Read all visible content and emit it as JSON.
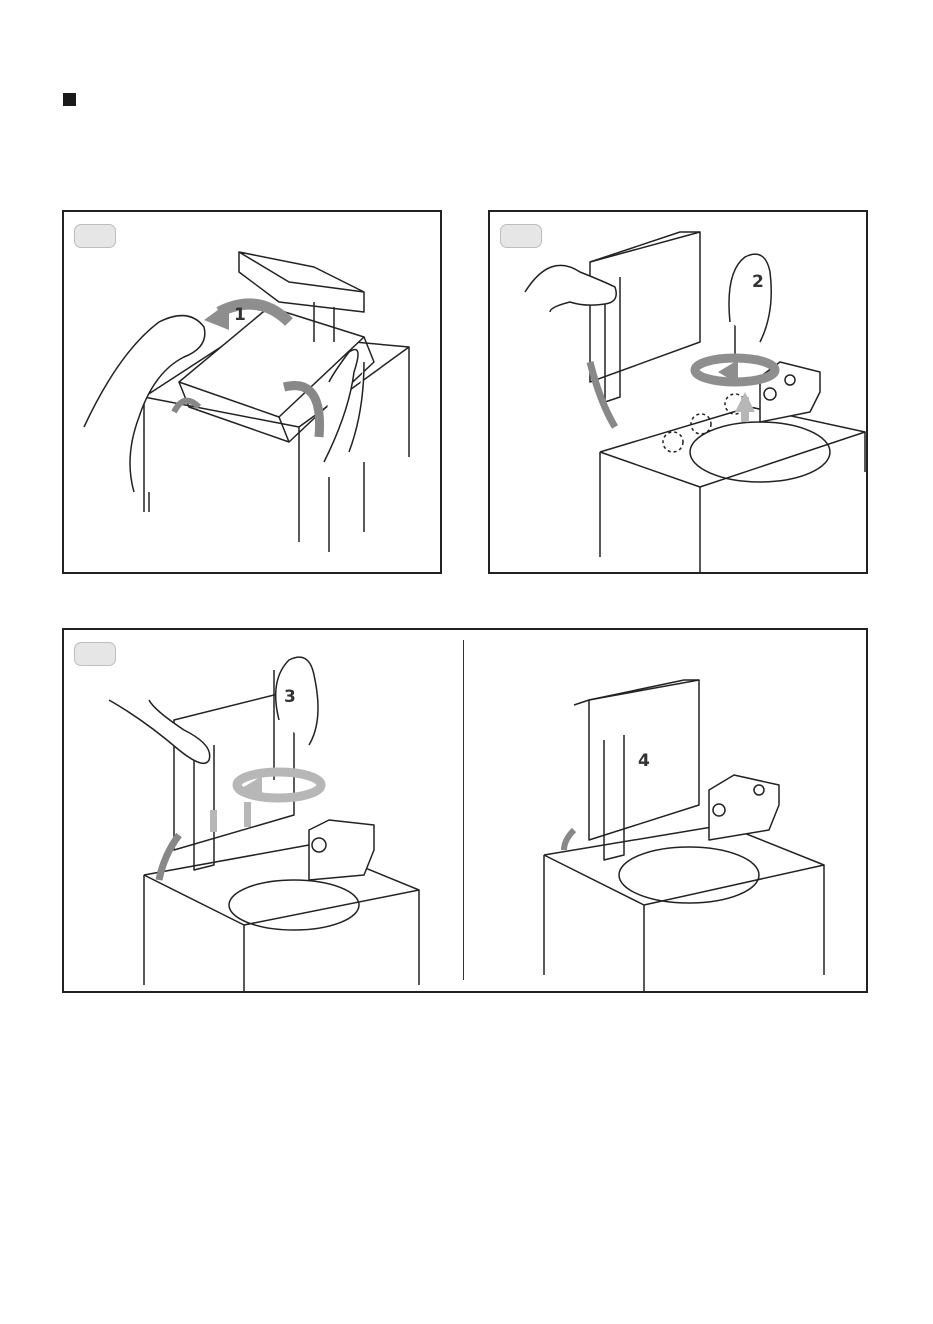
{
  "steps": {
    "one": "1",
    "two": "2",
    "three": "3",
    "four": "4"
  },
  "colors": {
    "line": "#222222",
    "arrow_gray": "#8e8e8e",
    "arrow_light": "#b7b7b7",
    "badge": "#e6e6e6"
  }
}
